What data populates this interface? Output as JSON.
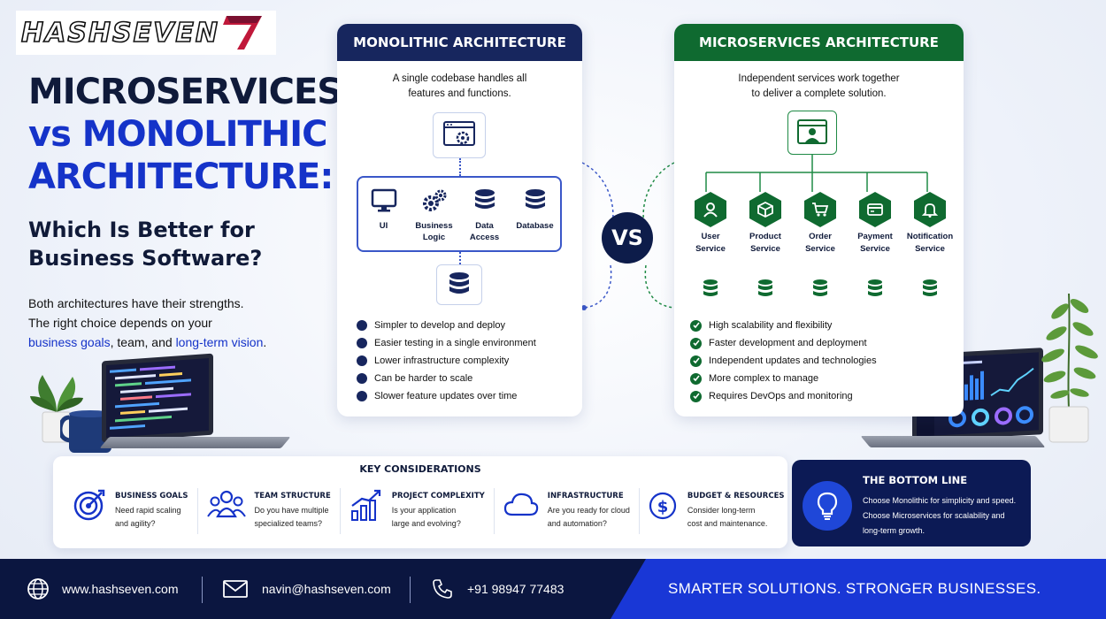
{
  "brand": {
    "name": "Hashseven"
  },
  "headline": {
    "line1": "MICROSERVICES",
    "line2": "vs MONOLITHIC",
    "line3": "ARCHITECTURE:",
    "subtitle_line1": "Which Is Better for",
    "subtitle_line2": "Business Software?"
  },
  "intro": {
    "part1": "Both architectures have their strengths.",
    "part2": "The right choice depends on your",
    "highlight1": "business goals",
    "sep": ", team, and ",
    "highlight2": "long-term vision",
    "end": "."
  },
  "monolithic": {
    "title": "MONOLITHIC ARCHITECTURE",
    "desc_line1": "A single codebase handles all",
    "desc_line2": "features and functions.",
    "layers": [
      {
        "label1": "UI",
        "label2": "",
        "icon": "monitor-icon"
      },
      {
        "label1": "Business",
        "label2": "Logic",
        "icon": "gears-icon"
      },
      {
        "label1": "Data",
        "label2": "Access",
        "icon": "database-icon"
      },
      {
        "label1": "Database",
        "label2": "",
        "icon": "database-icon"
      }
    ],
    "bullets": [
      "Simpler to develop and deploy",
      "Easier testing in a single environment",
      "Lower infrastructure complexity",
      "Can be harder to scale",
      "Slower feature updates over time"
    ]
  },
  "vs": "VS",
  "microservices": {
    "title": "MICROSERVICES ARCHITECTURE",
    "desc_line1": "Independent services work together",
    "desc_line2": "to deliver a complete solution.",
    "services": [
      {
        "label1": "User",
        "label2": "Service",
        "icon": "user-icon"
      },
      {
        "label1": "Product",
        "label2": "Service",
        "icon": "box-icon"
      },
      {
        "label1": "Order",
        "label2": "Service",
        "icon": "cart-icon"
      },
      {
        "label1": "Payment",
        "label2": "Service",
        "icon": "card-icon"
      },
      {
        "label1": "Notification",
        "label2": "Service",
        "icon": "bell-icon"
      }
    ],
    "bullets": [
      "High scalability and flexibility",
      "Faster development and deployment",
      "Independent updates and technologies",
      "More complex to manage",
      "Requires DevOps and monitoring"
    ]
  },
  "key": {
    "title": "KEY CONSIDERATIONS",
    "items": [
      {
        "head": "BUSINESS GOALS",
        "line1": "Need rapid scaling",
        "line2": "and agility?",
        "icon": "target-icon"
      },
      {
        "head": "TEAM STRUCTURE",
        "line1": "Do you have multiple",
        "line2": "specialized teams?",
        "icon": "team-icon"
      },
      {
        "head": "PROJECT COMPLEXITY",
        "line1": "Is your application",
        "line2": "large and evolving?",
        "icon": "growth-chart-icon"
      },
      {
        "head": "INFRASTRUCTURE",
        "line1": "Are you ready for cloud",
        "line2": "and automation?",
        "icon": "cloud-icon"
      },
      {
        "head": "BUDGET & RESOURCES",
        "line1": "Consider long-term",
        "line2": "cost and maintenance.",
        "icon": "dollar-icon"
      }
    ]
  },
  "bottom_line": {
    "title": "THE BOTTOM LINE",
    "line1": "Choose Monolithic for simplicity and speed.",
    "line2": "Choose Microservices for scalability and",
    "line3": "long-term growth."
  },
  "footer": {
    "website": "www.hashseven.com",
    "email": "navin@hashseven.com",
    "phone": "+91 98947 77483",
    "tagline": "SMARTER SOLUTIONS. STRONGER BUSINESSES."
  },
  "colors": {
    "navy": "#17265e",
    "blue": "#1533c9",
    "green": "#0f6a30",
    "footer": "#0b1640",
    "footer_accent": "#1937d6"
  }
}
